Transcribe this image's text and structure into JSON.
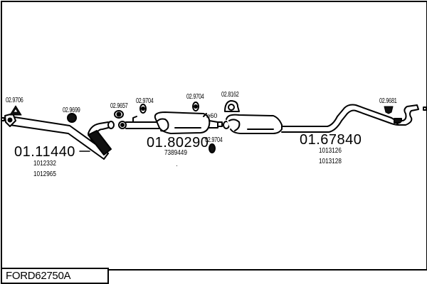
{
  "diagram": {
    "code": "FORD62750A",
    "sections": [
      {
        "name": "front-pipe",
        "part_number": "01.11440",
        "oe_refs": [
          "1012332",
          "1012965"
        ]
      },
      {
        "name": "middle-silencer",
        "part_number": "01.80290",
        "oe_refs": [
          "7389449"
        ]
      },
      {
        "name": "rear-silencer",
        "part_number": "01.67840",
        "oe_refs": [
          "1013126",
          "1013128"
        ]
      }
    ],
    "accessories": [
      {
        "part": "02.9706",
        "type": "gasket-triangle"
      },
      {
        "part": "02.9699",
        "type": "gasket-round"
      },
      {
        "part": "02.9657",
        "type": "clamp-ring"
      },
      {
        "part": "02.9704",
        "type": "rubber-mount"
      },
      {
        "part": "02.9704",
        "type": "rubber-mount"
      },
      {
        "part": "02.8162",
        "type": "rubber-hanger"
      },
      {
        "part": "02.9704",
        "type": "rubber-mount"
      },
      {
        "part": "02.9681",
        "type": "rubber-mount"
      }
    ],
    "clamp_label": "⌀60"
  }
}
